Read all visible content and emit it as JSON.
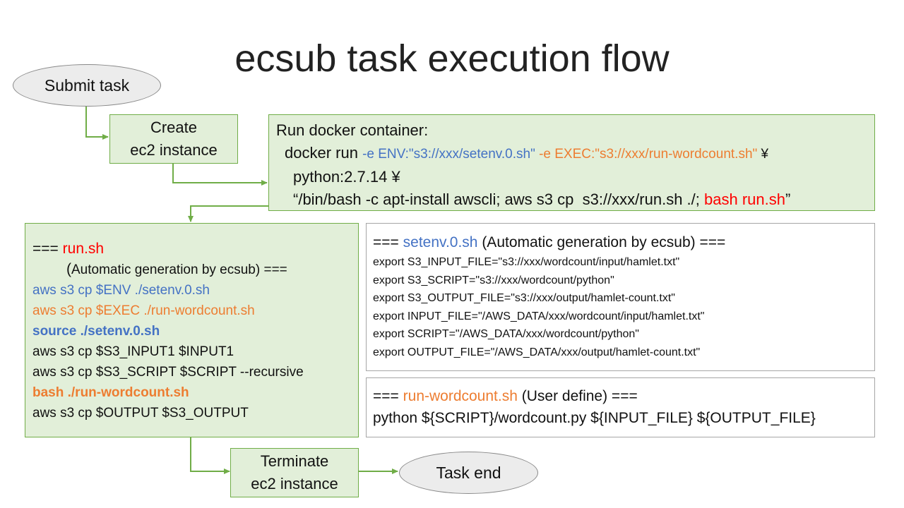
{
  "title": "ecsub task execution flow",
  "nodes": {
    "submit": "Submit task",
    "create": [
      "Create",
      "ec2 instance"
    ],
    "terminate": [
      "Terminate",
      "ec2 instance"
    ],
    "end": "Task end"
  },
  "docker": {
    "heading": "Run docker container:",
    "cmd": "docker run ",
    "env_opt": "-e ENV:\"s3://xxx/setenv.0.sh\"",
    "exec_opt": " -e EXEC:\"s3://xxx/run-wordcount.sh\"",
    "yen": " ¥",
    "image": "python:2.7.14 ¥",
    "shell_prefix": "“/bin/bash -c apt-install awscli; aws s3 cp  s3://xxx/run.sh ./; ",
    "shell_run": "bash run.sh",
    "shell_suffix": "”"
  },
  "runsh": {
    "prefix": "=== ",
    "name": "run.sh",
    "note_open": "(",
    "note": "Automatic generation by ecsub) ===",
    "lines": [
      {
        "text": "aws s3 cp $ENV ./setenv.0.sh",
        "color": "#4472c4",
        "bold": false
      },
      {
        "text": "aws s3 cp $EXEC ./run-wordcount.sh",
        "color": "#ed7d31",
        "bold": false
      },
      {
        "text": "source ./setenv.0.sh",
        "color": "#4472c4",
        "bold": true
      },
      {
        "text": "aws s3 cp $S3_INPUT1 $INPUT1",
        "color": "#111111",
        "bold": false
      },
      {
        "text": "aws s3 cp $S3_SCRIPT $SCRIPT --recursive",
        "color": "#111111",
        "bold": false
      },
      {
        "text": "bash ./run-wordcount.sh",
        "color": "#ed7d31",
        "bold": true
      },
      {
        "text": "aws s3 cp $OUTPUT $S3_OUTPUT",
        "color": "#111111",
        "bold": false
      }
    ]
  },
  "setenv": {
    "prefix": "=== ",
    "name": "setenv.0.sh",
    "suffix": " (Automatic generation by ecsub) ===",
    "lines": [
      "export S3_INPUT_FILE=\"s3://xxx/wordcount/input/hamlet.txt\"",
      "export S3_SCRIPT=\"s3://xxx/wordcount/python\"",
      "export S3_OUTPUT_FILE=\"s3://xxx/output/hamlet-count.txt\"",
      "export INPUT_FILE=\"/AWS_DATA/xxx/wordcount/input/hamlet.txt\"",
      "export SCRIPT=\"/AWS_DATA/xxx/wordcount/python\"",
      "export OUTPUT_FILE=\"/AWS_DATA/xxx/output/hamlet-count.txt\""
    ]
  },
  "wordcount": {
    "prefix": "=== ",
    "name": "run-wordcount.sh",
    "suffix": " (User define) ===",
    "command": "python ${SCRIPT}/wordcount.py ${INPUT_FILE} ${OUTPUT_FILE}"
  },
  "colors": {
    "green_fill": "#e2efd9",
    "green_border": "#70ad47",
    "blue": "#4472c4",
    "orange": "#ed7d31",
    "red": "#ff0000"
  }
}
